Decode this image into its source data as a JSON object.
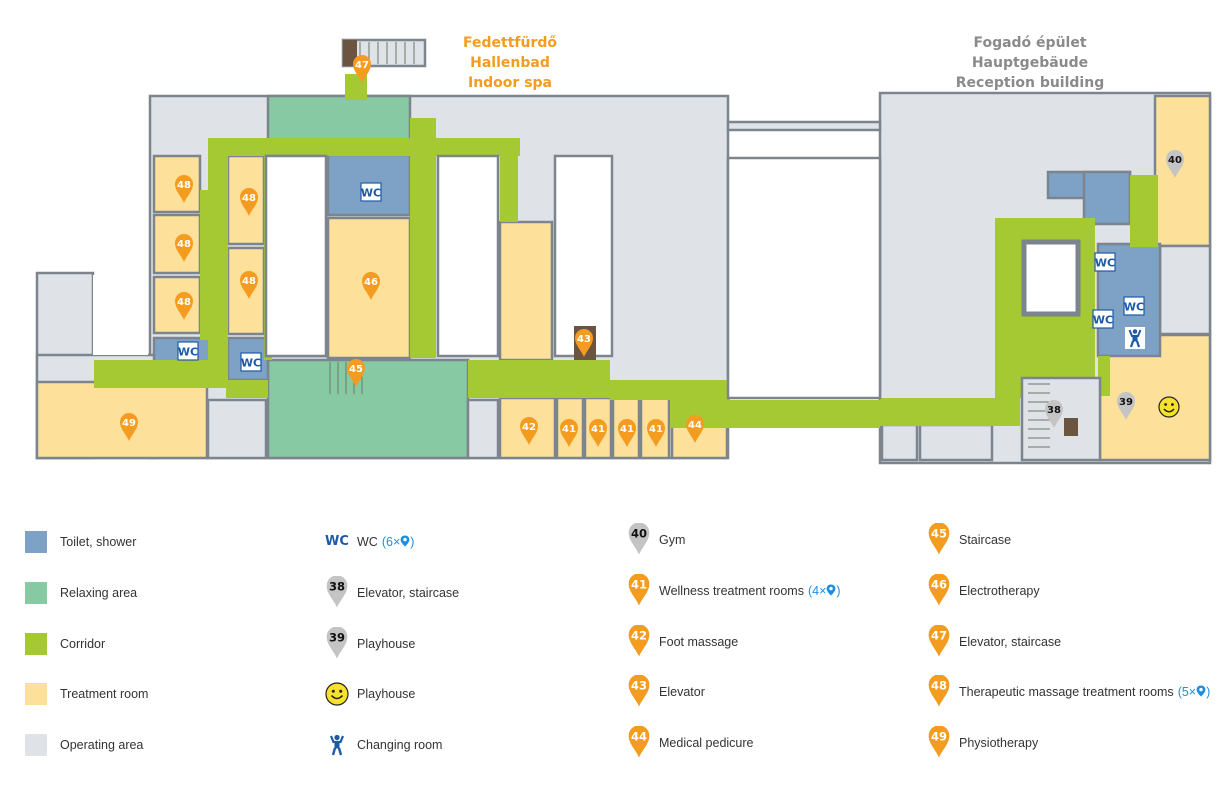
{
  "buildings": {
    "spa": {
      "lines": [
        "Fedettfürdő",
        "Hallenbad",
        "Indoor spa"
      ],
      "color": "#f39c1f"
    },
    "reception": {
      "lines": [
        "Fogadó épület",
        "Hauptgebäude",
        "Reception building"
      ],
      "color": "#8a8a8a"
    }
  },
  "colors": {
    "toilet": "#7da2c6",
    "relax": "#86c9a3",
    "corridor": "#a5c932",
    "treatment": "#fde09a",
    "operating": "#dfe3e8",
    "wall": "#7c858e",
    "orange_pin": "#f39c1f",
    "gray_pin": "#c4c4c4",
    "wc_blue": "#1d5aa5",
    "count_blue": "#1e8fe0"
  },
  "map": {
    "wc_label": "WC",
    "pins": [
      {
        "n": "47",
        "kind": "orange"
      },
      {
        "n": "48",
        "kind": "orange"
      },
      {
        "n": "48",
        "kind": "orange"
      },
      {
        "n": "48",
        "kind": "orange"
      },
      {
        "n": "48",
        "kind": "orange"
      },
      {
        "n": "48",
        "kind": "orange"
      },
      {
        "n": "46",
        "kind": "orange"
      },
      {
        "n": "45",
        "kind": "orange"
      },
      {
        "n": "43",
        "kind": "orange"
      },
      {
        "n": "49",
        "kind": "orange"
      },
      {
        "n": "42",
        "kind": "orange"
      },
      {
        "n": "41",
        "kind": "orange"
      },
      {
        "n": "41",
        "kind": "orange"
      },
      {
        "n": "41",
        "kind": "orange"
      },
      {
        "n": "41",
        "kind": "orange"
      },
      {
        "n": "44",
        "kind": "orange"
      },
      {
        "n": "40",
        "kind": "gray"
      },
      {
        "n": "38",
        "kind": "gray"
      },
      {
        "n": "39",
        "kind": "gray"
      }
    ]
  },
  "legend": {
    "col1": [
      {
        "label": "Toilet, shower",
        "color_key": "toilet"
      },
      {
        "label": "Relaxing area",
        "color_key": "relax"
      },
      {
        "label": "Corridor",
        "color_key": "corridor"
      },
      {
        "label": "Treatment room",
        "color_key": "treatment"
      },
      {
        "label": "Operating area",
        "color_key": "operating"
      }
    ],
    "col2": [
      {
        "icon": "wc",
        "label": "WC",
        "count": "(6×"
      },
      {
        "icon": "gray-pin",
        "n": "38",
        "label": "Elevator, staircase"
      },
      {
        "icon": "gray-pin",
        "n": "39",
        "label": "Playhouse"
      },
      {
        "icon": "smiley",
        "label": "Playhouse"
      },
      {
        "icon": "changing",
        "label": "Changing room"
      }
    ],
    "col3": [
      {
        "n": "40",
        "kind": "gray",
        "label": "Gym"
      },
      {
        "n": "41",
        "kind": "orange",
        "label": "Wellness treatment rooms",
        "count": "(4×"
      },
      {
        "n": "42",
        "kind": "orange",
        "label": "Foot massage"
      },
      {
        "n": "43",
        "kind": "orange",
        "label": "Elevator"
      },
      {
        "n": "44",
        "kind": "orange",
        "label": "Medical pedicure"
      }
    ],
    "col4": [
      {
        "n": "45",
        "kind": "orange",
        "label": "Staircase"
      },
      {
        "n": "46",
        "kind": "orange",
        "label": "Electrotherapy"
      },
      {
        "n": "47",
        "kind": "orange",
        "label": "Elevator, staircase"
      },
      {
        "n": "48",
        "kind": "orange",
        "label": "Therapeutic massage treatment rooms",
        "count": "(5×"
      },
      {
        "n": "49",
        "kind": "orange",
        "label": "Physiotherapy"
      }
    ]
  }
}
